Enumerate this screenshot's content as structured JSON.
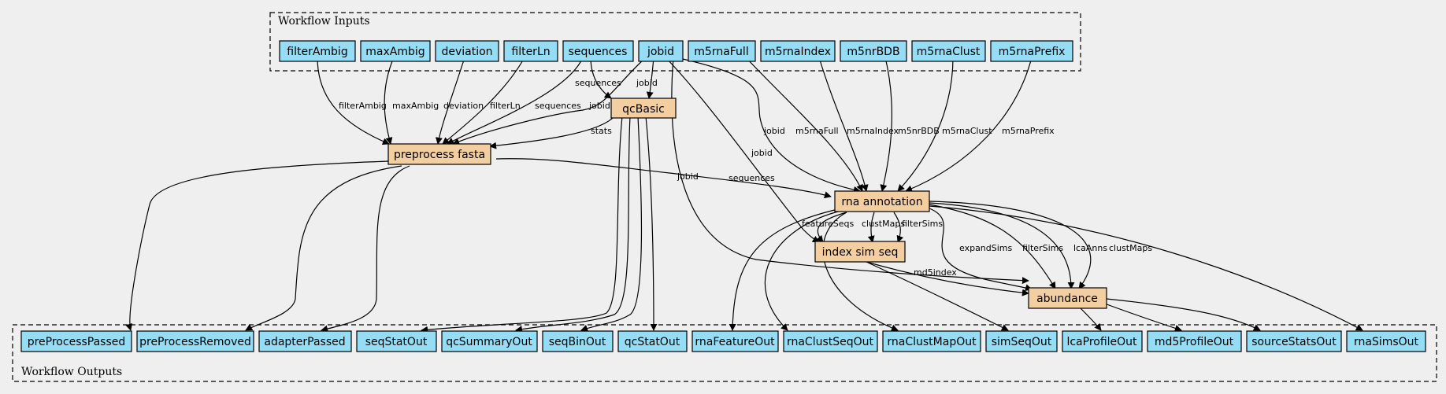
{
  "colors": {
    "background": "#efefef",
    "io_node": "#94ddf4",
    "step_node": "#f3cea1",
    "stroke": "#000000"
  },
  "clusters": {
    "inputs": "Workflow Inputs",
    "outputs": "Workflow Outputs"
  },
  "inputs": {
    "filterAmbig": "filterAmbig",
    "maxAmbig": "maxAmbig",
    "deviation": "deviation",
    "filterLn": "filterLn",
    "sequences": "sequences",
    "jobid": "jobid",
    "m5rnaFull": "m5rnaFull",
    "m5rnaIndex": "m5rnaIndex",
    "m5nrBDB": "m5nrBDB",
    "m5rnaClust": "m5rnaClust",
    "m5rnaPrefix": "m5rnaPrefix"
  },
  "steps": {
    "qcBasic": "qcBasic",
    "preprocess": "preprocess fasta",
    "rna": "rna annotation",
    "indexsim": "index sim seq",
    "abundance": "abundance"
  },
  "outputs": {
    "preProcessPassed": "preProcessPassed",
    "preProcessRemoved": "preProcessRemoved",
    "adapterPassed": "adapterPassed",
    "seqStatOut": "seqStatOut",
    "qcSummaryOut": "qcSummaryOut",
    "seqBinOut": "seqBinOut",
    "qcStatOut": "qcStatOut",
    "rnaFeatureOut": "rnaFeatureOut",
    "rnaClustSeqOut": "rnaClustSeqOut",
    "rnaClustMapOut": "rnaClustMapOut",
    "simSeqOut": "simSeqOut",
    "lcaProfileOut": "lcaProfileOut",
    "md5ProfileOut": "md5ProfileOut",
    "sourceStatsOut": "sourceStatsOut",
    "rnaSimsOut": "rnaSimsOut"
  },
  "edge_labels": {
    "filterAmbig": "filterAmbig",
    "maxAmbig": "maxAmbig",
    "deviation": "deviation",
    "filterLn": "filterLn",
    "sequences_pre": "sequences",
    "jobid_pre": "jobid",
    "sequences_qc": "sequences",
    "jobid_qc": "jobid",
    "stats": "stats",
    "jobid_rna": "jobid",
    "m5rnaFull": "m5rnaFull",
    "m5rnaIndex": "m5rnaIndex",
    "m5nrBDB": "m5nrBDB",
    "m5rnaClust": "m5rnaClust",
    "m5rnaPrefix": "m5rnaPrefix",
    "sequences_rna": "sequences",
    "jobid_index": "jobid",
    "jobid_abund": "jobid",
    "featureSeqs": "featureSeqs",
    "clustMaps_index": "clustMaps",
    "filterSims_index": "filterSims",
    "expandSims": "expandSims",
    "filterSims_abund": "filterSims",
    "lcaAnns": "lcaAnns",
    "clustMaps_abund": "clustMaps",
    "md5index": "md5index"
  }
}
